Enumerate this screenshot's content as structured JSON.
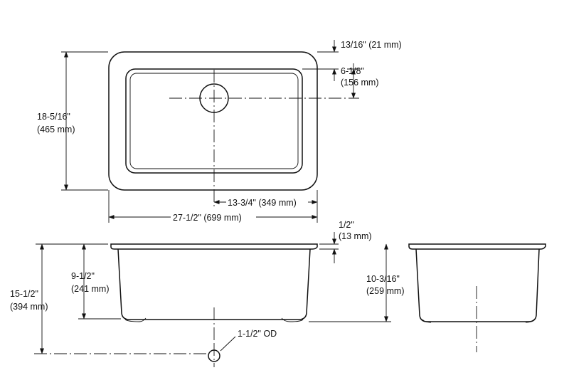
{
  "dimensions": {
    "flange_width": "13/16\" (21 mm)",
    "drain_offset_from_back_line1": "6-1/8\"",
    "drain_offset_from_back_line2": "(156 mm)",
    "overall_depth_line1": "18-5/16\"",
    "overall_depth_line2": "(465 mm)",
    "drain_offset_from_side": "13-3/4\" (349 mm)",
    "overall_length": "27-1/2\" (699 mm)",
    "rim_thickness_line1": "1/2\"",
    "rim_thickness_line2": "(13 mm)",
    "bowl_depth_line1": "9-1/2\"",
    "bowl_depth_line2": "(241 mm)",
    "total_height_line1": "15-1/2\"",
    "total_height_line2": "(394 mm)",
    "side_bowl_depth_line1": "10-3/16\"",
    "side_bowl_depth_line2": "(259 mm)",
    "drain_outlet": "1-1/2\" OD"
  },
  "colors": {
    "line": "#111111",
    "background": "#ffffff"
  }
}
